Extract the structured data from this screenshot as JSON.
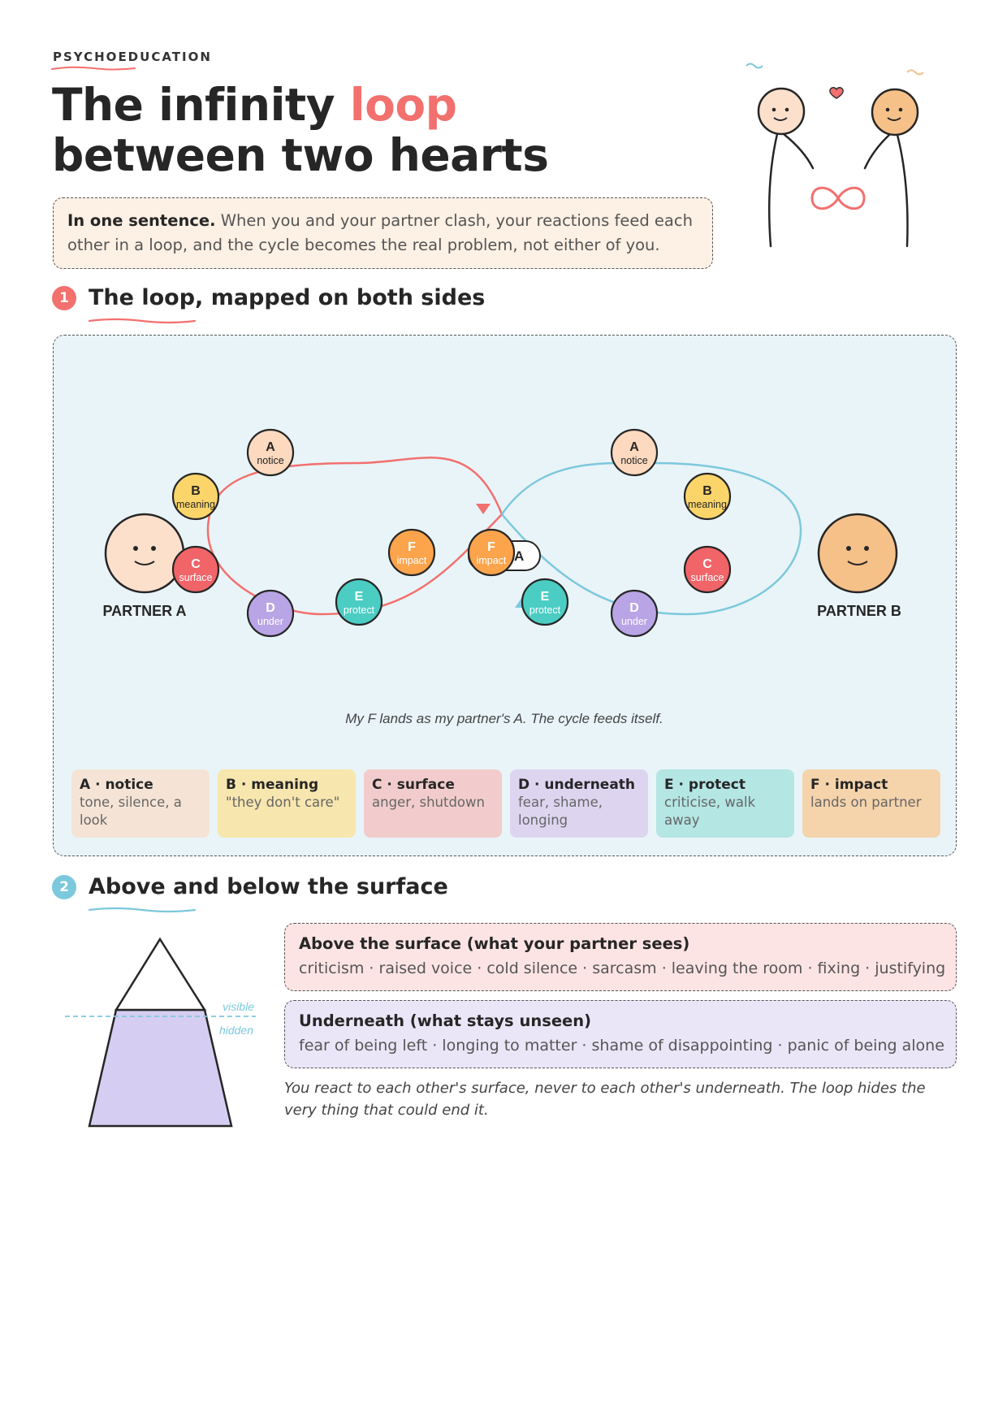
{
  "header": {
    "eyebrow": "PSYCHOEDUCATION",
    "title_part1": "The infinity ",
    "title_accent": "loop",
    "title_line2": "between two hearts"
  },
  "summary": {
    "lead": "In one sentence.",
    "text": "When you and your partner clash, your reactions feed each other in a loop, and the cycle becomes the real problem, not either of you."
  },
  "section1": {
    "number": "1",
    "title": "The loop, mapped on both sides",
    "partner_a": "PARTNER A",
    "partner_b": "PARTNER B",
    "bridge_label": "F → A",
    "caption": "My F lands as my partner's A. The cycle feeds itself.",
    "nodes": [
      {
        "letter": "A",
        "word": "notice"
      },
      {
        "letter": "B",
        "word": "meaning"
      },
      {
        "letter": "C",
        "word": "surface"
      },
      {
        "letter": "D",
        "word": "under"
      },
      {
        "letter": "E",
        "word": "protect"
      },
      {
        "letter": "F",
        "word": "impact"
      }
    ],
    "legend": [
      {
        "title": "A · notice",
        "desc": "tone, silence, a look",
        "color": "#f5e4d6"
      },
      {
        "title": "B · meaning",
        "desc": "\"they don't care\"",
        "color": "#f7e6ae"
      },
      {
        "title": "C · surface",
        "desc": "anger, shutdown",
        "color": "#f2cccc"
      },
      {
        "title": "D · underneath",
        "desc": "fear, shame, longing",
        "color": "#ddd5f0"
      },
      {
        "title": "E · protect",
        "desc": "criticise, walk away",
        "color": "#b4e6e4"
      },
      {
        "title": "F · impact",
        "desc": "lands on partner",
        "color": "#f5d3ab"
      }
    ]
  },
  "section2": {
    "number": "2",
    "title": "Above and below the surface",
    "visible_label": "visible",
    "hidden_label": "hidden",
    "above_title": "Above the surface (what your partner sees)",
    "above_text": "criticism · raised voice · cold silence · sarcasm · leaving the room · fixing · justifying",
    "below_title": "Underneath (what stays unseen)",
    "below_text": "fear of being left · longing to matter · shame of disappointing · panic of being alone",
    "note": "You react to each other's surface, never to each other's underneath. The loop hides the very thing that could end it."
  },
  "colors": {
    "accent_red": "#f2706e",
    "accent_blue": "#7cc8dc",
    "node_A": "#fcd9bf",
    "node_B": "#fcd56a",
    "node_C": "#f16468",
    "node_D": "#b9a4e6",
    "node_E": "#4bcdc3",
    "node_F": "#fca44c",
    "face_A": "#fde0cc",
    "face_B": "#f6c089"
  }
}
